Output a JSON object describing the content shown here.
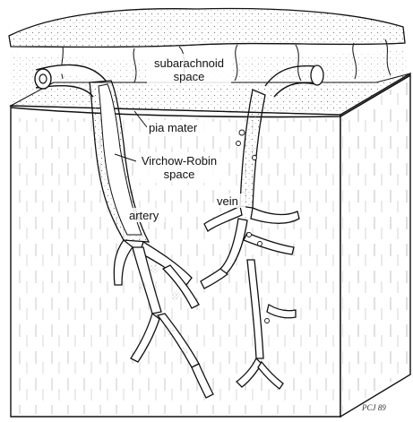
{
  "labels": {
    "subarachnoid_line1": "subarachnoid",
    "subarachnoid_line2": "space",
    "pia_mater": "pia mater",
    "virchow_line1": "Virchow-Robin",
    "virchow_line2": "space",
    "artery": "artery",
    "vein": "vein",
    "signature": "PCJ 89"
  },
  "colors": {
    "ink": "#111111",
    "paper": "#ffffff",
    "stipple": "#8a8a8a",
    "shade": "#d9d9d9"
  }
}
